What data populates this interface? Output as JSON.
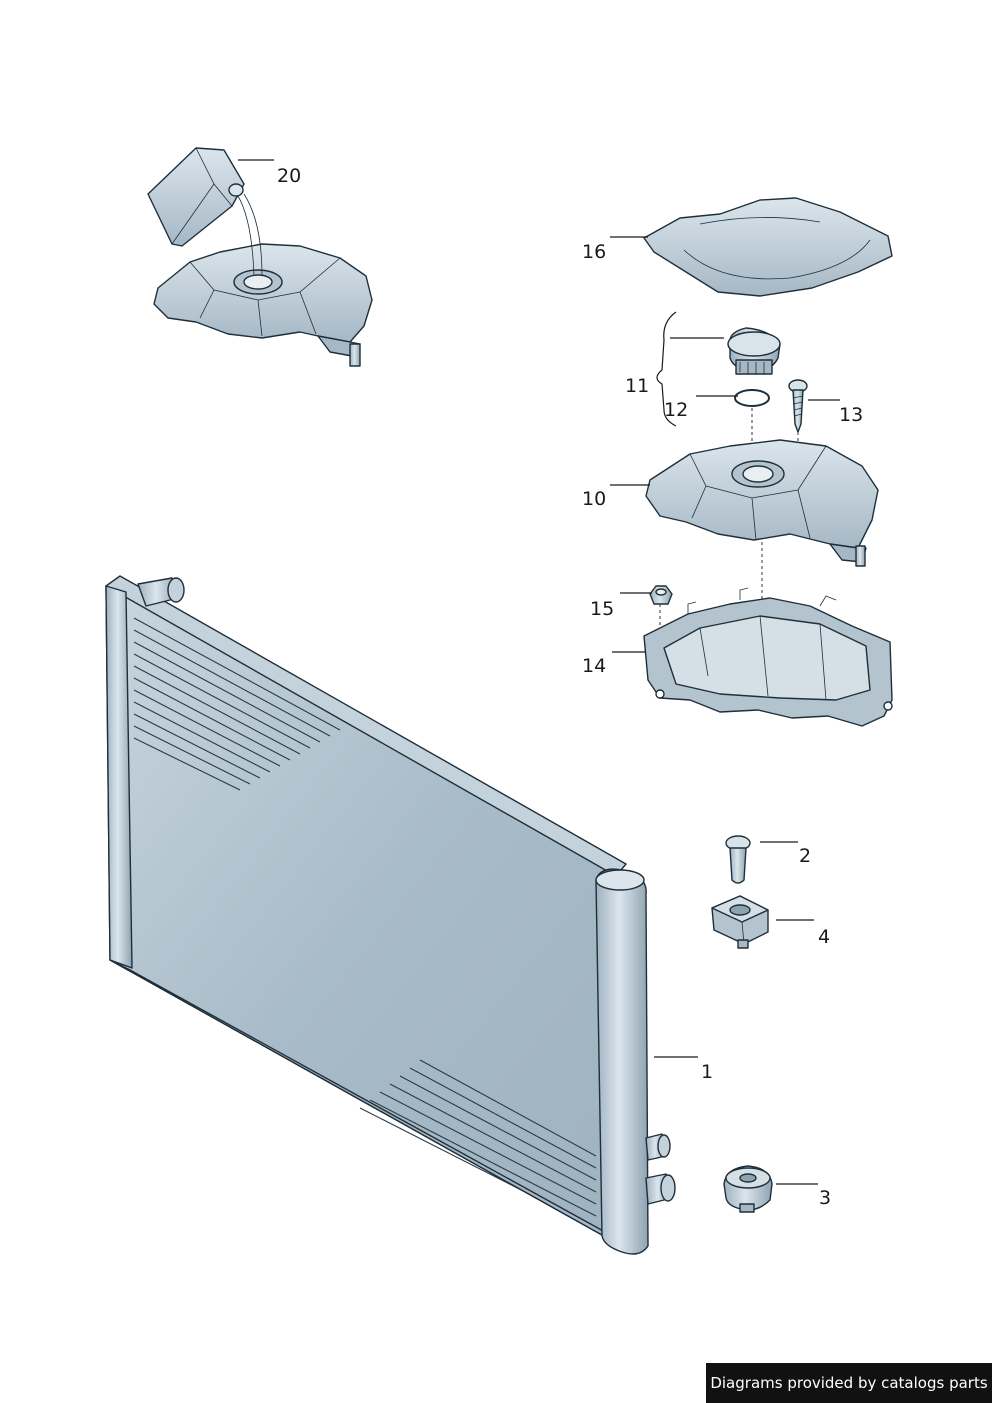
{
  "callouts": {
    "c1": "1",
    "c2": "2",
    "c3": "3",
    "c4": "4",
    "c10": "10",
    "c11": "11",
    "c12": "12",
    "c13": "13",
    "c14": "14",
    "c15": "15",
    "c16": "16",
    "c20": "20"
  },
  "credit": "Diagrams provided by catalogs parts",
  "colors": {
    "part_fill": "#b4c4cf",
    "part_light": "#d9e3ea",
    "part_dark": "#8ea3b1",
    "outline": "#1f2f3a"
  }
}
